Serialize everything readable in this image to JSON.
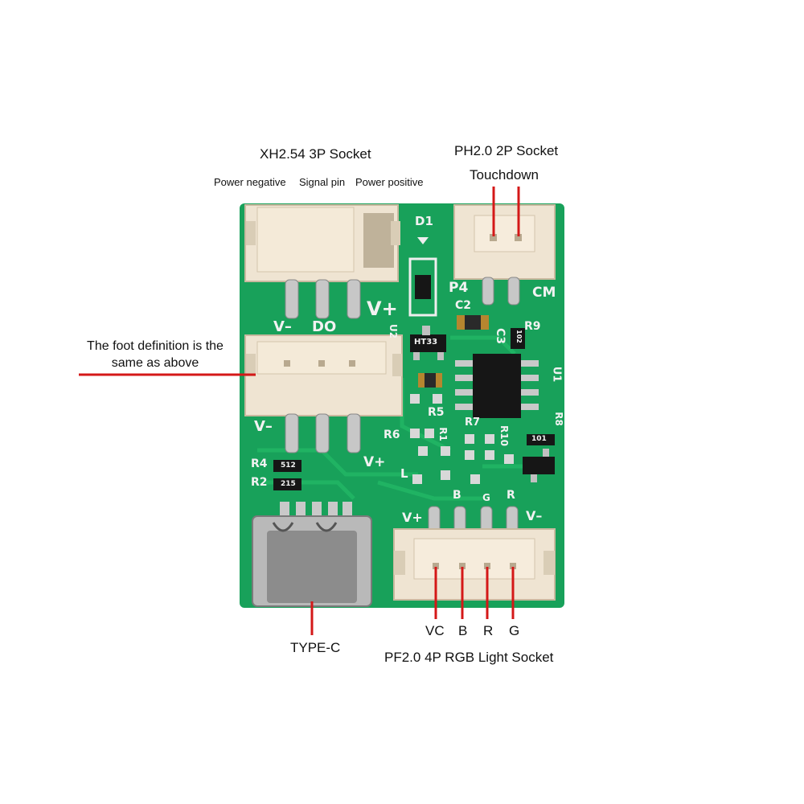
{
  "labels": {
    "xh_socket": "XH2.54 3P Socket",
    "power_negative": "Power negative",
    "signal_pin": "Signal pin",
    "power_positive": "Power positive",
    "ph_socket": "PH2.0 2P Socket",
    "touchdown": "Touchdown",
    "foot_line1": "The foot definition is the",
    "foot_line2": "same as above",
    "type_c": "TYPE-C",
    "pin_vc": "VC",
    "pin_b": "B",
    "pin_r": "R",
    "pin_g": "G",
    "pf_socket": "PF2.0 4P RGB Light Socket"
  },
  "silkscreen": {
    "d1": "D1",
    "v_minus_top": "V–",
    "do": "DO",
    "v_plus_top": "V+",
    "u2": "U2",
    "p4": "P4",
    "cm": "CM",
    "c2": "C2",
    "c3": "C3",
    "r9": "R9",
    "u1": "U1",
    "r5": "R5",
    "r6": "R6",
    "r1": "R1",
    "r7": "R7",
    "r10": "R10",
    "r8": "R8",
    "v_minus_mid": "V–",
    "v_plus_mid": "V+",
    "r4": "R4",
    "r2": "R2",
    "v_plus_bot": "V+",
    "b_bot": "B",
    "g_bot": "G",
    "r_bot": "R",
    "v_minus_bot": "V–",
    "l_mark": "L",
    "ht33": "HT33",
    "code_102": "102",
    "code_101": "101",
    "code_512": "512",
    "code_215": "215"
  },
  "colors": {
    "pcb": "#18a15a",
    "pcb_dark": "#0f7a43",
    "connector": "#efe4d2",
    "annotation_line": "#d41818",
    "chip": "#161616"
  }
}
